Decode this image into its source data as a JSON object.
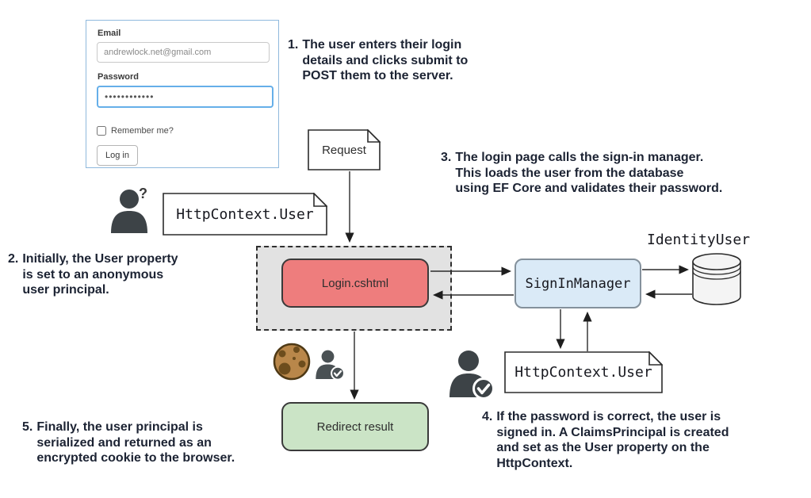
{
  "login_form": {
    "email_label": "Email",
    "email_value": "andrewlock.net@gmail.com",
    "password_label": "Password",
    "password_value": "••••••••••••",
    "remember_label": "Remember me?",
    "login_button_label": "Log in"
  },
  "annotations": [
    {
      "num": "1.",
      "text": "The user enters their login\ndetails and clicks submit to\nPOST them to the server."
    },
    {
      "num": "2.",
      "text": "Initially, the User property\nis set to an anonymous\nuser principal."
    },
    {
      "num": "3.",
      "text": "The login page calls the sign-in manager.\nThis loads the user from the database\nusing EF Core and validates their password."
    },
    {
      "num": "4.",
      "text": "If the password is correct, the user is\nsigned in. A ClaimsPrincipal is created\nand set as the User property on the\nHttpContext."
    },
    {
      "num": "5.",
      "text": "Finally, the user principal is\nserialized and returned as an\nencrypted cookie to the browser."
    }
  ],
  "nodes": {
    "request_doc": "Request",
    "httpcontext_user_top": "HttpContext.User",
    "login_page": "Login.cshtml",
    "signin_manager": "SignInManager",
    "identity_user": "IdentityUser",
    "httpcontext_user_bottom": "HttpContext.User",
    "redirect_result": "Redirect result"
  },
  "icons": {
    "anonymous_user_question_mark": "?",
    "anonymous_user": "person-question-icon",
    "authenticated_user": "person-check-icon",
    "cookie": "cookie-icon",
    "database": "database-cylinder-icon"
  },
  "colors": {
    "login_page_fill": "#ee7d7d",
    "signin_manager_fill": "#daeaf7",
    "redirect_result_fill": "#cbe4c6",
    "dashed_container_fill": "#e2e2e2",
    "document_fill": "#ffffff",
    "annotation_text": "#1c2333",
    "cookie_fill": "#b9874a",
    "person_fill": "#3d4347",
    "form_border": "#8fb9dd",
    "password_focus_border": "#66afe9"
  }
}
